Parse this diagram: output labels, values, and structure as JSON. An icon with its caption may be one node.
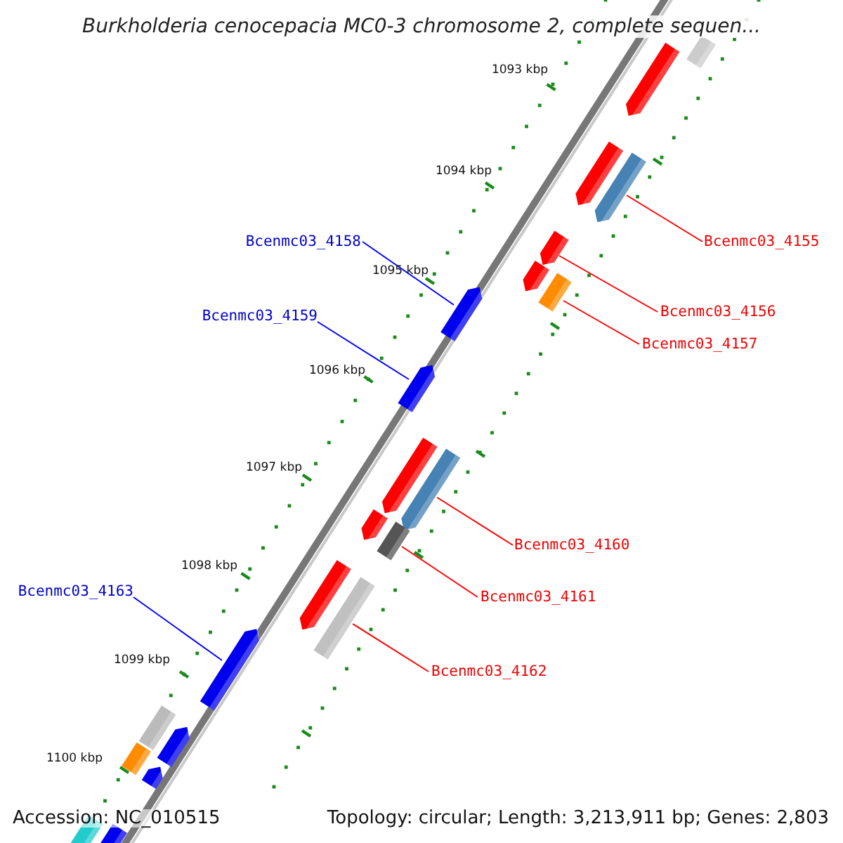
{
  "diagram": {
    "title": "Burkholderia cenocepacia MC0-3 chromosome 2, complete sequen...",
    "nodes": [
      {
        "text": [
          "Bcenmc03_4158"
        ]
      },
      {
        "text": [
          "Bcenmc03_4155"
        ]
      },
      {
        "text": [
          "Bcenmc03_4159"
        ]
      },
      {
        "text": [
          "Bcenmc03_4156"
        ]
      },
      {
        "text": [
          "Bcenmc03_4157"
        ]
      },
      {
        "text": [
          "Bcenmc03_4160"
        ]
      },
      {
        "text": [
          "Bcenmc03_4161"
        ]
      },
      {
        "text": [
          "Bcenmc03_4163"
        ]
      },
      {
        "text": [
          "Bcenmc03_4162"
        ]
      },
      {
        "text": [],
        "shape": "box"
      },
      {
        "text": [],
        "shape": "arrow"
      },
      {
        "text": [],
        "shape": "arrow"
      },
      {
        "text": [],
        "shape": "arrow"
      },
      {
        "text": [],
        "shape": "arrow"
      },
      {
        "text": [],
        "shape": "arrow"
      },
      {
        "text": [],
        "shape": "box"
      },
      {
        "text": [],
        "shape": "arrow"
      },
      {
        "text": [],
        "shape": "arrow"
      },
      {
        "text": [],
        "shape": "arrow"
      },
      {
        "text": [],
        "shape": "arrow"
      },
      {
        "text": [],
        "shape": "arrow"
      },
      {
        "text": [],
        "shape": "box"
      },
      {
        "text": [],
        "shape": "arrow"
      },
      {
        "text": [],
        "shape": "box"
      },
      {
        "text": [],
        "shape": "arrow"
      },
      {
        "text": [],
        "shape": "box"
      },
      {
        "text": [],
        "shape": "arrow"
      },
      {
        "text": [],
        "shape": "box"
      },
      {
        "text": [],
        "shape": "arrow"
      },
      {
        "text": [],
        "shape": "box"
      },
      {
        "text": [],
        "shape": "box"
      }
    ],
    "edges": [
      {
        "from": 0,
        "to": 16,
        "arrow": "none",
        "color": "#0000ff"
      },
      {
        "from": 1,
        "to": 12,
        "arrow": "none"
      },
      {
        "from": 2,
        "to": 17,
        "arrow": "none",
        "color": "#0000ff"
      },
      {
        "from": 3,
        "to": 13,
        "arrow": "none"
      },
      {
        "from": 4,
        "to": 15,
        "arrow": "none"
      },
      {
        "from": 5,
        "to": 19,
        "arrow": "none"
      },
      {
        "from": 6,
        "to": 21,
        "arrow": "none"
      },
      {
        "from": 7,
        "to": 24,
        "arrow": "none",
        "color": "#0000ff"
      },
      {
        "from": 8,
        "to": 23,
        "arrow": "none"
      }
    ],
    "labels": [
      "1093 kbp",
      "1094 kbp",
      "1095 kbp",
      "1096 kbp",
      "1097 kbp",
      "1098 kbp",
      "1099 kbp",
      "1100 kbp",
      "Accession: NC_010515",
      "Topology: circular; Length: 3,213,911 bp; Genes: 2,803"
    ]
  }
}
